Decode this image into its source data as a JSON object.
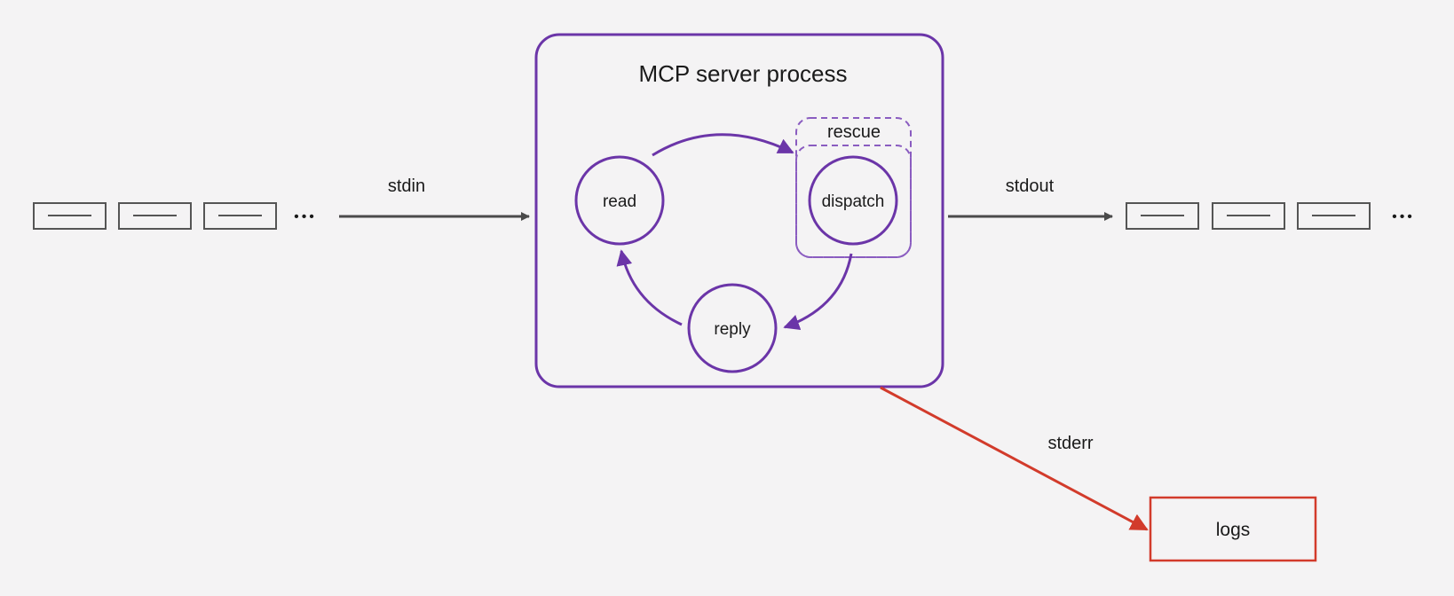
{
  "process": {
    "title": "MCP server process"
  },
  "nodes": {
    "read": "read",
    "dispatch": "dispatch",
    "reply": "reply",
    "rescue": "rescue",
    "logs": "logs"
  },
  "streams": {
    "stdin": "stdin",
    "stdout": "stdout",
    "stderr": "stderr"
  },
  "queue": {
    "ellipsis": "•••"
  },
  "colors": {
    "accent": "#6b35a8",
    "dashed": "#8a5cc0",
    "error": "#d23b2b",
    "neutral": "#4a4a4a",
    "background": "#f4f3f4"
  }
}
